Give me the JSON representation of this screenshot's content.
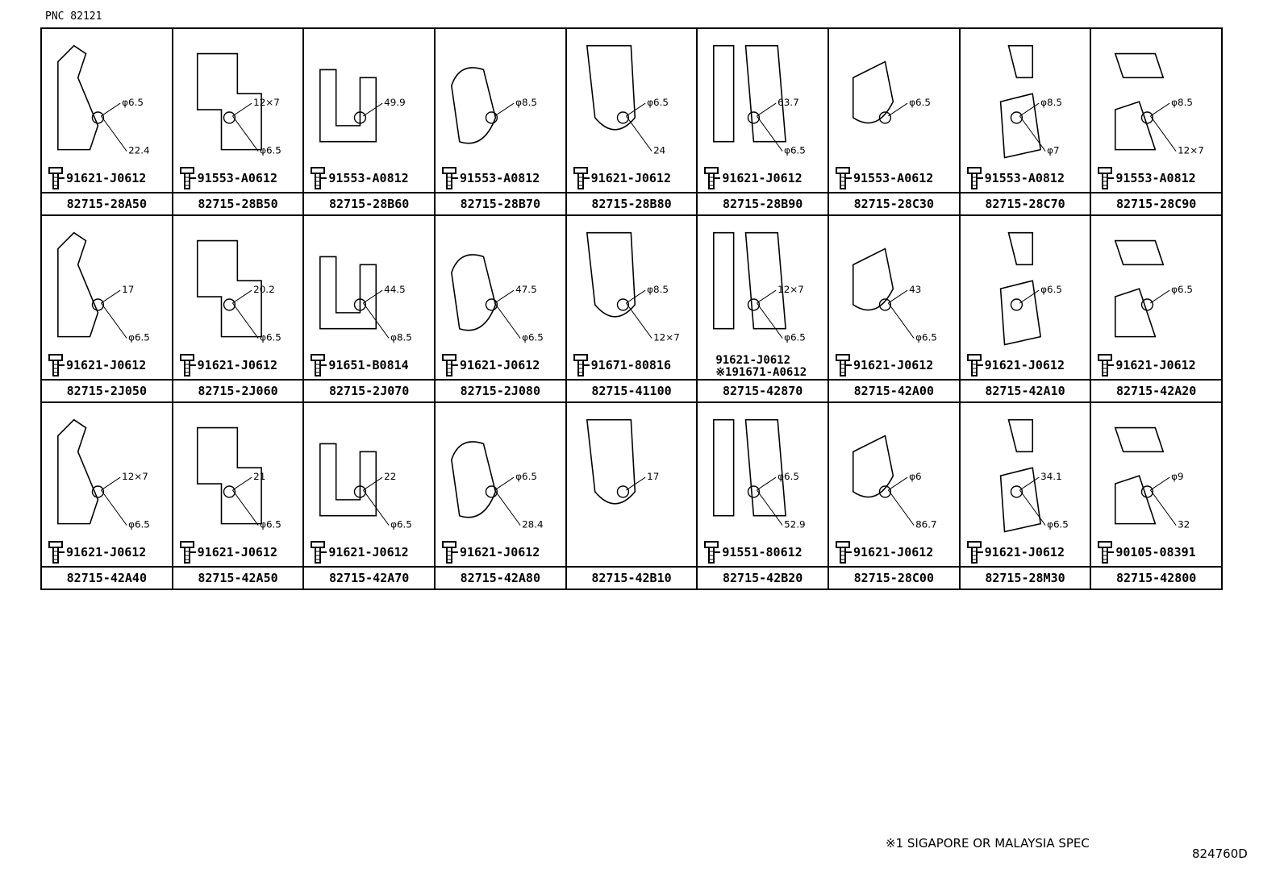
{
  "pnc": "PNC 82121",
  "cells": [
    {
      "part": "82715-28A50",
      "bolt": "91621-J0612",
      "dims": [
        "φ6.5",
        "22.4"
      ]
    },
    {
      "part": "82715-28B50",
      "bolt": "91553-A0612",
      "dims": [
        "12×7",
        "φ6.5"
      ]
    },
    {
      "part": "82715-28B60",
      "bolt": "91553-A0812",
      "dims": [
        "49.9"
      ]
    },
    {
      "part": "82715-28B70",
      "bolt": "91553-A0812",
      "dims": [
        "φ8.5"
      ]
    },
    {
      "part": "82715-28B80",
      "bolt": "91621-J0612",
      "dims": [
        "φ6.5",
        "24"
      ]
    },
    {
      "part": "82715-28B90",
      "bolt": "91621-J0612",
      "dims": [
        "63.7",
        "φ6.5"
      ]
    },
    {
      "part": "82715-28C30",
      "bolt": "91553-A0612",
      "dims": [
        "φ6.5"
      ]
    },
    {
      "part": "82715-28C70",
      "bolt": "91553-A0812",
      "dims": [
        "φ8.5",
        "φ7"
      ]
    },
    {
      "part": "82715-28C90",
      "bolt": "91553-A0812",
      "dims": [
        "φ8.5",
        "12×7"
      ]
    },
    {
      "part": "82715-2J050",
      "bolt": "91621-J0612",
      "dims": [
        "17",
        "φ6.5"
      ]
    },
    {
      "part": "82715-2J060",
      "bolt": "91621-J0612",
      "dims": [
        "20.2",
        "φ6.5"
      ]
    },
    {
      "part": "82715-2J070",
      "bolt": "91651-B0814",
      "dims": [
        "44.5",
        "φ8.5"
      ]
    },
    {
      "part": "82715-2J080",
      "bolt": "91621-J0612",
      "dims": [
        "47.5",
        "φ6.5"
      ]
    },
    {
      "part": "82715-41100",
      "bolt": "91671-80816",
      "dims": [
        "φ8.5",
        "12×7"
      ]
    },
    {
      "part": "82715-42870",
      "bolt": "",
      "bolt_notes": [
        "91621-J0612",
        "※191671-A0612"
      ],
      "dims": [
        "12×7",
        "φ6.5"
      ]
    },
    {
      "part": "82715-42A00",
      "bolt": "91621-J0612",
      "dims": [
        "43",
        "φ6.5"
      ]
    },
    {
      "part": "82715-42A10",
      "bolt": "91621-J0612",
      "dims": [
        "φ6.5"
      ]
    },
    {
      "part": "82715-42A20",
      "bolt": "91621-J0612",
      "dims": [
        "φ6.5"
      ]
    },
    {
      "part": "82715-42A40",
      "bolt": "91621-J0612",
      "dims": [
        "12×7",
        "φ6.5"
      ]
    },
    {
      "part": "82715-42A50",
      "bolt": "91621-J0612",
      "dims": [
        "21",
        "φ6.5"
      ]
    },
    {
      "part": "82715-42A70",
      "bolt": "91621-J0612",
      "dims": [
        "22",
        "φ6.5"
      ]
    },
    {
      "part": "82715-42A80",
      "bolt": "91621-J0612",
      "dims": [
        "φ6.5",
        "28.4"
      ]
    },
    {
      "part": "82715-42B10",
      "bolt": "",
      "dims": [
        "17"
      ]
    },
    {
      "part": "82715-42B20",
      "bolt": "91551-80612",
      "dims": [
        "φ6.5",
        "52.9"
      ]
    },
    {
      "part": "82715-28C00",
      "bolt": "91621-J0612",
      "dims": [
        "φ6",
        "86.7"
      ]
    },
    {
      "part": "82715-28M30",
      "bolt": "91621-J0612",
      "dims": [
        "34.1",
        "φ6.5"
      ]
    },
    {
      "part": "82715-42800",
      "bolt": "90105-08391",
      "dims": [
        "φ9",
        "32"
      ]
    }
  ],
  "footnote": "※1 SIGAPORE OR MALAYSIA SPEC",
  "drawing_number": "824760D"
}
